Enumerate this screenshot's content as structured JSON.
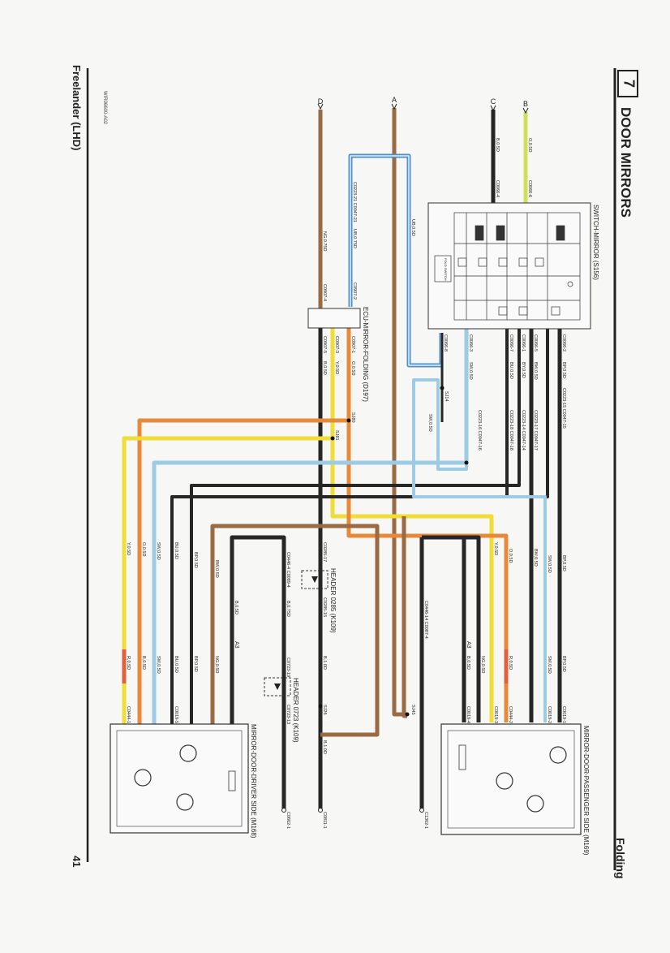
{
  "header": {
    "section_number": "7",
    "section_title": "DOOR MIRRORS",
    "subtitle": "Folding",
    "footer_left": "Freelander (LHD)",
    "page_number": "41",
    "doc_code": "WIR06600-A02"
  },
  "connectors": {
    "A": "A",
    "B": "B",
    "C": "C",
    "D": "D",
    "A3_top": "A3",
    "A3_bottom": "A3"
  },
  "components": {
    "switch": "SWITCH-MIRROR (S156)",
    "ecu": "ECU-MIRROR-FOLDING (D197)",
    "header_0285": "HEADER 0285 (K109)",
    "header_0723": "HEADER 0723 (K109)",
    "passenger": "MIRROR-DOOR-PASSENGER SIDE (M169)",
    "driver": "MIRROR-DOOR-DRIVER SIDE (M168)",
    "fold_switch": "FOLD SWITCH"
  },
  "wires": {
    "w_b": "O,0.5D",
    "w_c": "B,0.5D",
    "w_b_conn": "C0066-6",
    "w_c_conn": "C0066-4",
    "w_a": "UB,0.5D",
    "w_a2": "UB,0.75D",
    "w_a_conn": "C0223-21 C0047-21",
    "w_d": "NG,0.75D",
    "ecu_pin2": "C0907-2",
    "ecu_pin4": "C0907-4",
    "sw1": "C0066-8",
    "sw2": "C0066-2",
    "sw3": "C0066-5",
    "sw4": "C0066-1",
    "sw5": "C0066-7",
    "sw6": "C0066-3",
    "sw1_col": "BP,0.5D",
    "sw3_col": "BW,0.5D",
    "sw4_col": "BY,0.5D",
    "sw5_col": "BU,0.5D",
    "sw6_col": "SW,0.5D",
    "pas_pin1": "C0223-15 C0047-15",
    "pas_pin2": "C0223-17 C0047-17",
    "pas_pin3": "C0223-14 C0047-14",
    "pas_pin4": "C0223-18 C0047-18",
    "pas_pin5": "C0223-16 C0047-16",
    "splice_sj14": "SJ14",
    "splice_sj80": "SJ80",
    "splice_sj81": "SJ81",
    "splice_sj26": "SJ26",
    "splice_sj45": "SJ45",
    "ecu_o1": "C0907-1",
    "ecu_o3": "C0907-3",
    "ecu_o5": "C0907-5",
    "ecu_o1_col": "O,0.5D",
    "ecu_o3_col": "Y,0.5D",
    "ecu_o5_col": "B,0.5D",
    "sw_col": "SW,0.5D",
    "drv_y": "Y,0.5D",
    "drv_o": "O,0.5D",
    "drv_sw": "SW,0.5D",
    "drv_bu": "BU,0.5D",
    "drv_bp": "BP,0.5D",
    "drv_bw": "BW,0.5D",
    "drv_bp2": "BP,0.5D",
    "pas_bp": "BP,0.5D",
    "pas_sw": "SW,0.5D",
    "pas_o": "O,0.5D",
    "pas_y": "Y,0.5D",
    "pas_bw": "BW,0.5D",
    "drv_lower_1": "R,0.5D",
    "drv_lower_2": "B,0.5D",
    "drv_lower_3": "SW,0.5D",
    "drv_lower_4": "BP,0.5D",
    "drv_lower_5": "BU,0.5D",
    "pas_lower_1": "BP,0.5D",
    "pas_lower_2": "SW,0.5D",
    "pas_lower_3": "R,0.5D",
    "pas_lower_4": "B,0.5D",
    "pas_lower_5": "NG,0.5D",
    "hdr_b075": "B,0.75D",
    "hdr_b05": "B,0.5D",
    "hdr_ng": "NG,0.5D",
    "hdr_b1": "B,1.0D",
    "hdr_b1b": "B,1.0D",
    "c0444": "C0444-1",
    "c0444b": "C0444-2",
    "c0019": "C0019-1",
    "c0019b": "C0019-2",
    "c0019c": "C0019-3",
    "c0019d": "C0019-4",
    "c0019e": "C0019-5",
    "c1362": "C1362-1",
    "c0811": "C0811-1",
    "c0662": "C0662-1",
    "hdr_c0285": "C0285-15",
    "hdr_c0285b": "C0285-17",
    "hdr_c0723": "C0723-13",
    "hdr_c0723b": "C0723-19",
    "c0446": "C0446-4 C0089-4",
    "c0446b": "C0446-14 C0087-4"
  },
  "colors": {
    "orange": "#e8893a",
    "yellow": "#f1dd36",
    "lightblue": "#9ccbe3",
    "blue": "#4d8fd0",
    "brown": "#9a6a42",
    "black": "#262626",
    "lime": "#cfe05a",
    "red": "#e2603d",
    "darkbrown": "#4a3a30"
  }
}
